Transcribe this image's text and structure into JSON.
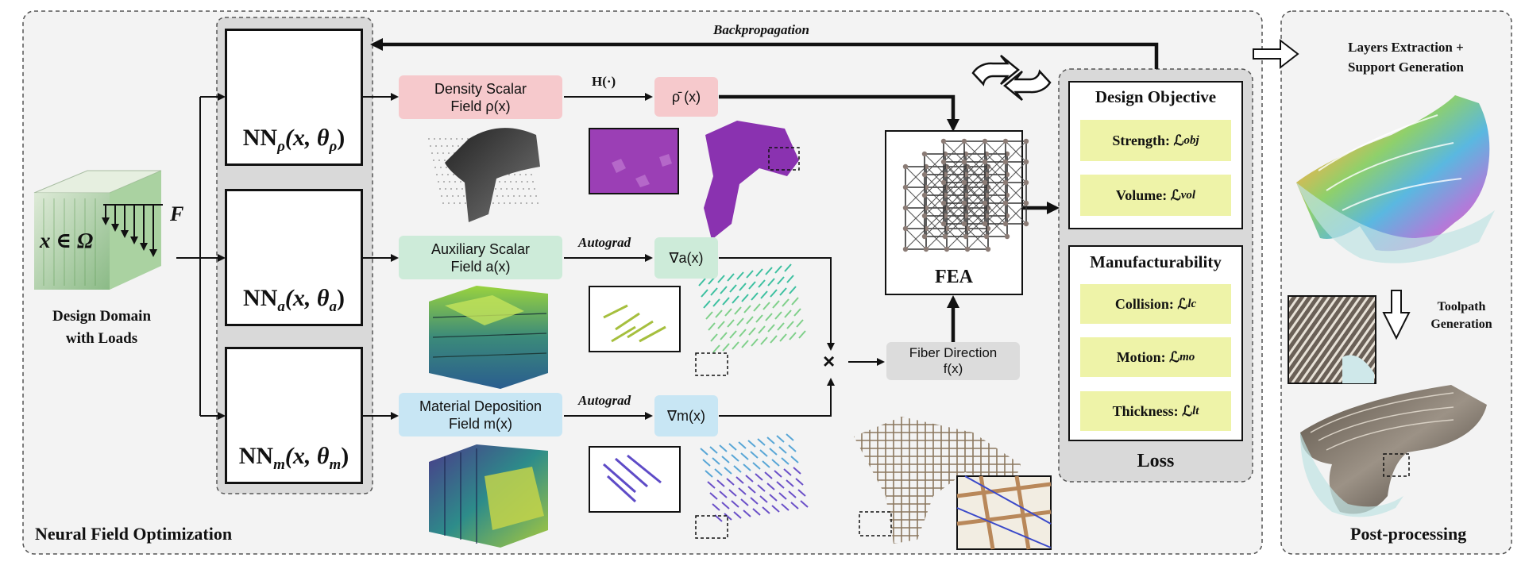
{
  "panels": {
    "main_label": "Neural Field Optimization",
    "post_label": "Post-processing"
  },
  "design_domain": {
    "symbol": "x ∈ Ω",
    "force": "F",
    "caption_line1": "Design Domain",
    "caption_line2": "with Loads"
  },
  "networks": [
    {
      "base": "NN",
      "sub": "ρ",
      "args": "(x, θ",
      "arg_sub": "ρ"
    },
    {
      "base": "NN",
      "sub": "a",
      "args": "(x, θ",
      "arg_sub": "a"
    },
    {
      "base": "NN",
      "sub": "m",
      "args": "(x, θ",
      "arg_sub": "m"
    }
  ],
  "fields": {
    "density_line1": "Density Scalar",
    "density_line2": "Field ρ(x)",
    "auxiliary_line1": "Auxiliary Scalar",
    "auxiliary_line2": "Field a(x)",
    "material_line1": "Material Deposition",
    "material_line2": "Field m(x)"
  },
  "operators": {
    "heaviside": "H(·)",
    "rho_bar": "ρ̄ (x)",
    "autograd_1": "Autograd",
    "autograd_2": "Autograd",
    "grad_a": "∇a(x)",
    "grad_m": "∇m(x)",
    "times": "×",
    "fiber_line1": "Fiber Direction",
    "fiber_line2": "f(x)"
  },
  "backprop": "Backpropagation",
  "fea_label": "FEA",
  "loss": {
    "design_objective_title": "Design Objective",
    "strength": "Strength: ℒ",
    "strength_sub": "obj",
    "volume": "Volume: ℒ",
    "volume_sub": "vol",
    "manufacturability_title": "Manufacturability",
    "collision": "Collision: ℒ",
    "collision_sub": "lc",
    "motion": "Motion: ℒ",
    "motion_sub": "mo",
    "thickness": "Thickness: ℒ",
    "thickness_sub": "lt",
    "loss_label": "Loss"
  },
  "post": {
    "layers_line1": "Layers Extraction +",
    "layers_line2": "Support Generation",
    "toolpath_line1": "Toolpath",
    "toolpath_line2": "Generation"
  },
  "colors": {
    "density_fill": "#f6c9cc",
    "auxiliary_fill": "#cdebd9",
    "material_fill": "#c8e6f4",
    "objective_fill": "#eef3a8",
    "fiber_fill": "#dcdcdc",
    "panel_fill": "#f3f3f3"
  }
}
